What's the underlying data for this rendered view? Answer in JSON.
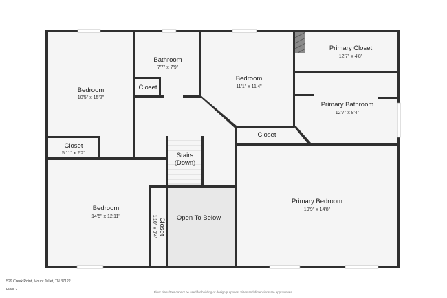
{
  "rooms": {
    "bedroom_nw": {
      "name": "Bedroom",
      "dims": "10'5\" x 15'2\""
    },
    "bathroom": {
      "name": "Bathroom",
      "dims": "7'7\" x 7'9\""
    },
    "bedroom_center": {
      "name": "Bedroom",
      "dims": "11'1\" x 11'4\""
    },
    "primary_closet": {
      "name": "Primary Closet",
      "dims": "12'7\" x 4'8\""
    },
    "closet_bath": {
      "name": "Closet"
    },
    "primary_bathroom": {
      "name": "Primary Bathroom",
      "dims": "12'7\" x 8'4\""
    },
    "closet_hall": {
      "name": "Closet"
    },
    "closet_nw": {
      "name": "Closet",
      "dims": "5'11\" x 2'2\""
    },
    "stairs": {
      "name_line1": "Stairs",
      "name_line2": "(Down)"
    },
    "bedroom_sw": {
      "name": "Bedroom",
      "dims": "14'5\" x 12'11\""
    },
    "closet_sw": {
      "name": "Closet",
      "dims": "1'10\" x 9'4\""
    },
    "open_to_below": {
      "name": "Open To Below"
    },
    "primary_bedroom": {
      "name": "Primary Bedroom",
      "dims": "19'9\" x 14'8\""
    }
  },
  "footer": {
    "address": "529 Creek Point, Mount Juliet, TN 37122",
    "floor": "Floor 2",
    "disclaimer": "Floor plans/tour cannot be used for building or design purposes. Sizes and dimensions are approximate."
  },
  "colors": {
    "wall": "#2f2f2f",
    "floor": "#f5f5f5",
    "open_area": "#e8e8e8"
  }
}
